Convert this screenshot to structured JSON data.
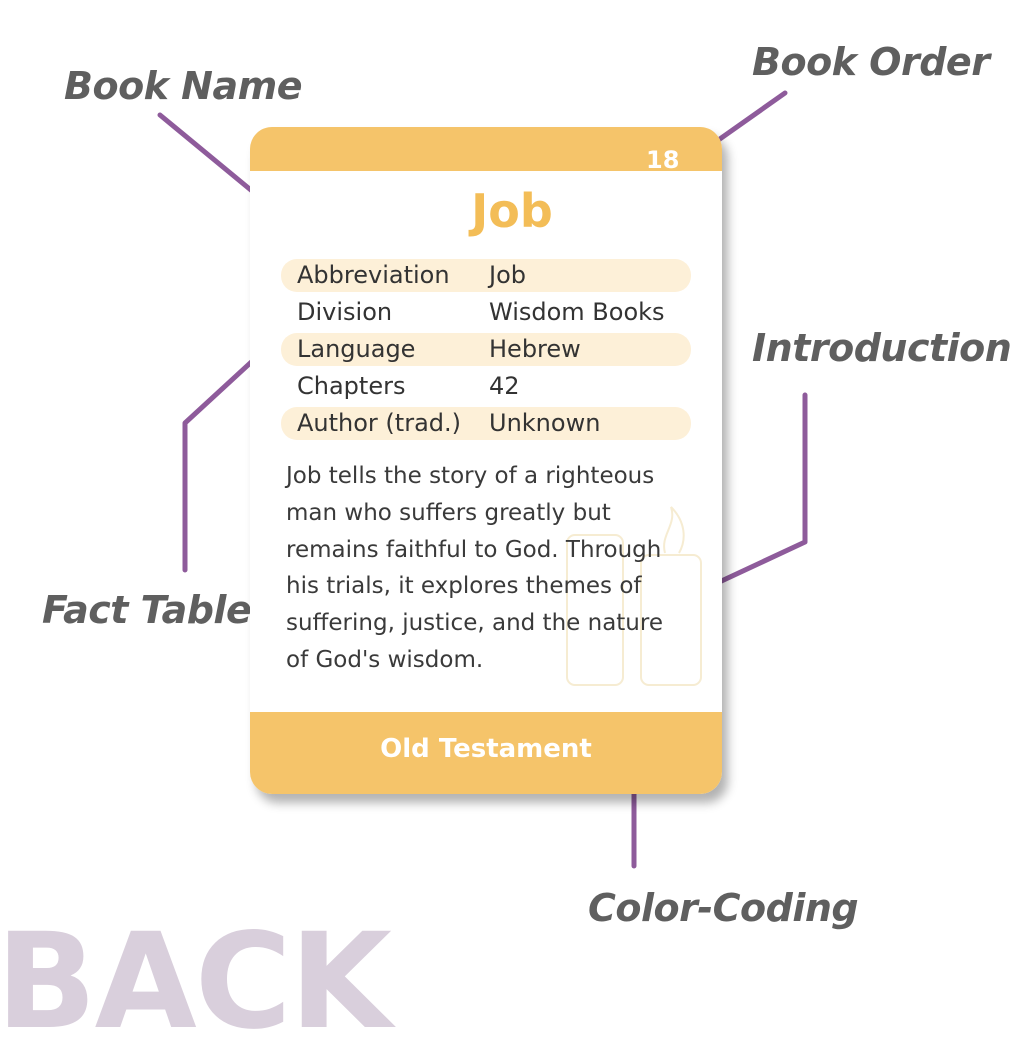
{
  "callouts": {
    "book_name": "Book Name",
    "book_order": "Book Order",
    "introduction": "Introduction",
    "fact_table": "Fact Table",
    "color_coding": "Color-Coding"
  },
  "card": {
    "order": "18",
    "title": "Job",
    "facts": [
      {
        "label": "Abbreviation",
        "value": "Job"
      },
      {
        "label": "Division",
        "value": "Wisdom Books"
      },
      {
        "label": "Language",
        "value": "Hebrew"
      },
      {
        "label": "Chapters",
        "value": "42"
      },
      {
        "label": "Author (trad.)",
        "value": "Unknown"
      }
    ],
    "intro_lines": [
      "Job tells the story of a righteous",
      "man who suffers greatly but",
      "remains faithful to God. Through",
      "his trials, it explores themes of",
      "suffering, justice, and the nature",
      "of God's wisdom."
    ],
    "testament": "Old Testament"
  },
  "side_label": "BACK",
  "colors": {
    "card_accent": "#f5c46a",
    "title": "#f3bd57",
    "row_shade": "#fdf0d8",
    "leader_line": "#8e5b9b",
    "callout_text": "#5f5f5f",
    "side_label": "#d9cfdc"
  }
}
